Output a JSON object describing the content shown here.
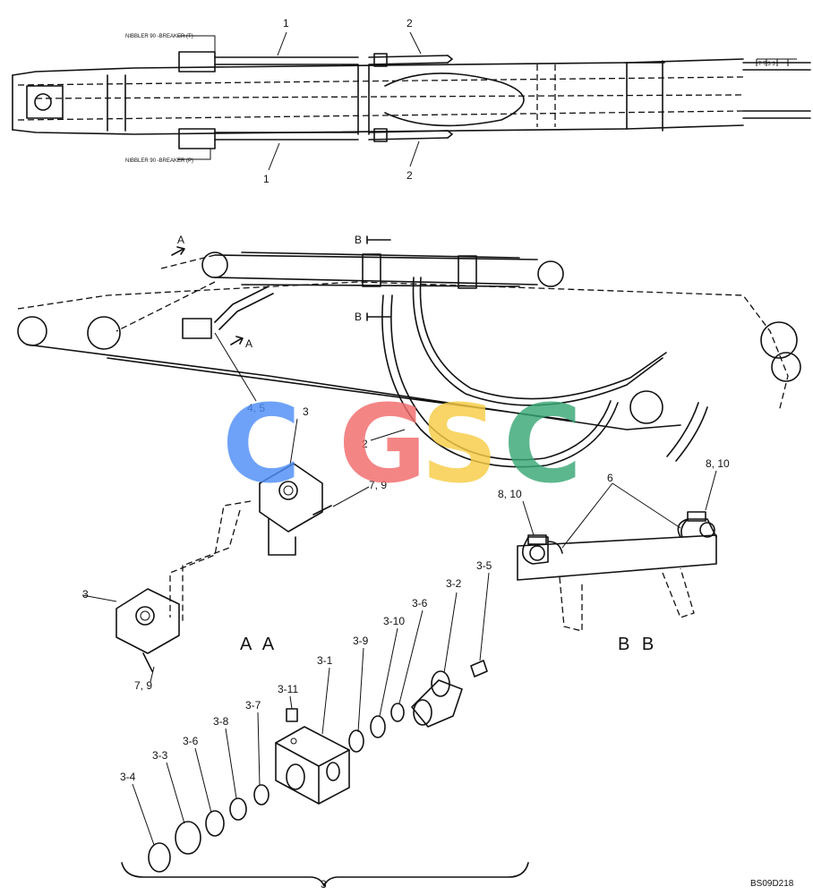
{
  "top_view": {
    "callout_1_top": "1",
    "callout_2_top": "2",
    "callout_1_bottom": "1",
    "callout_2_bottom": "2",
    "note_top": "NIBBLER 90 -BREAKER (T)",
    "note_bottom": "NIBBLER 90 -BREAKER (P)",
    "end_marks": "T T 3 3"
  },
  "side_view": {
    "arrow_a_top": "A",
    "arrow_a_bottom": "A",
    "arrow_b_top": "B",
    "arrow_b_bottom": "B",
    "callout_45": "4, 5",
    "callout_3": "3",
    "callout_2": "2"
  },
  "section_aa": {
    "title": "A A",
    "callout_3_top": "3",
    "callout_3_bottom": "3",
    "callout_79_top": "7, 9",
    "callout_79_bottom": "7, 9"
  },
  "section_bb": {
    "title": "B B",
    "callout_6": "6",
    "callout_810_left": "8, 10",
    "callout_810_right": "8, 10"
  },
  "exploded": {
    "parts": [
      "3-1",
      "3-2",
      "3-3",
      "3-4",
      "3-5",
      "3-6",
      "3-6",
      "3-7",
      "3-8",
      "3-9",
      "3-10",
      "3-11"
    ],
    "assembly_label": "3"
  },
  "watermark": {
    "letters": [
      "C",
      "G",
      "S",
      "C"
    ],
    "colors": [
      "#4f8ef7",
      "#f26b6b",
      "#f7cc45",
      "#3aa876"
    ]
  },
  "figure_code": "BS09D218"
}
